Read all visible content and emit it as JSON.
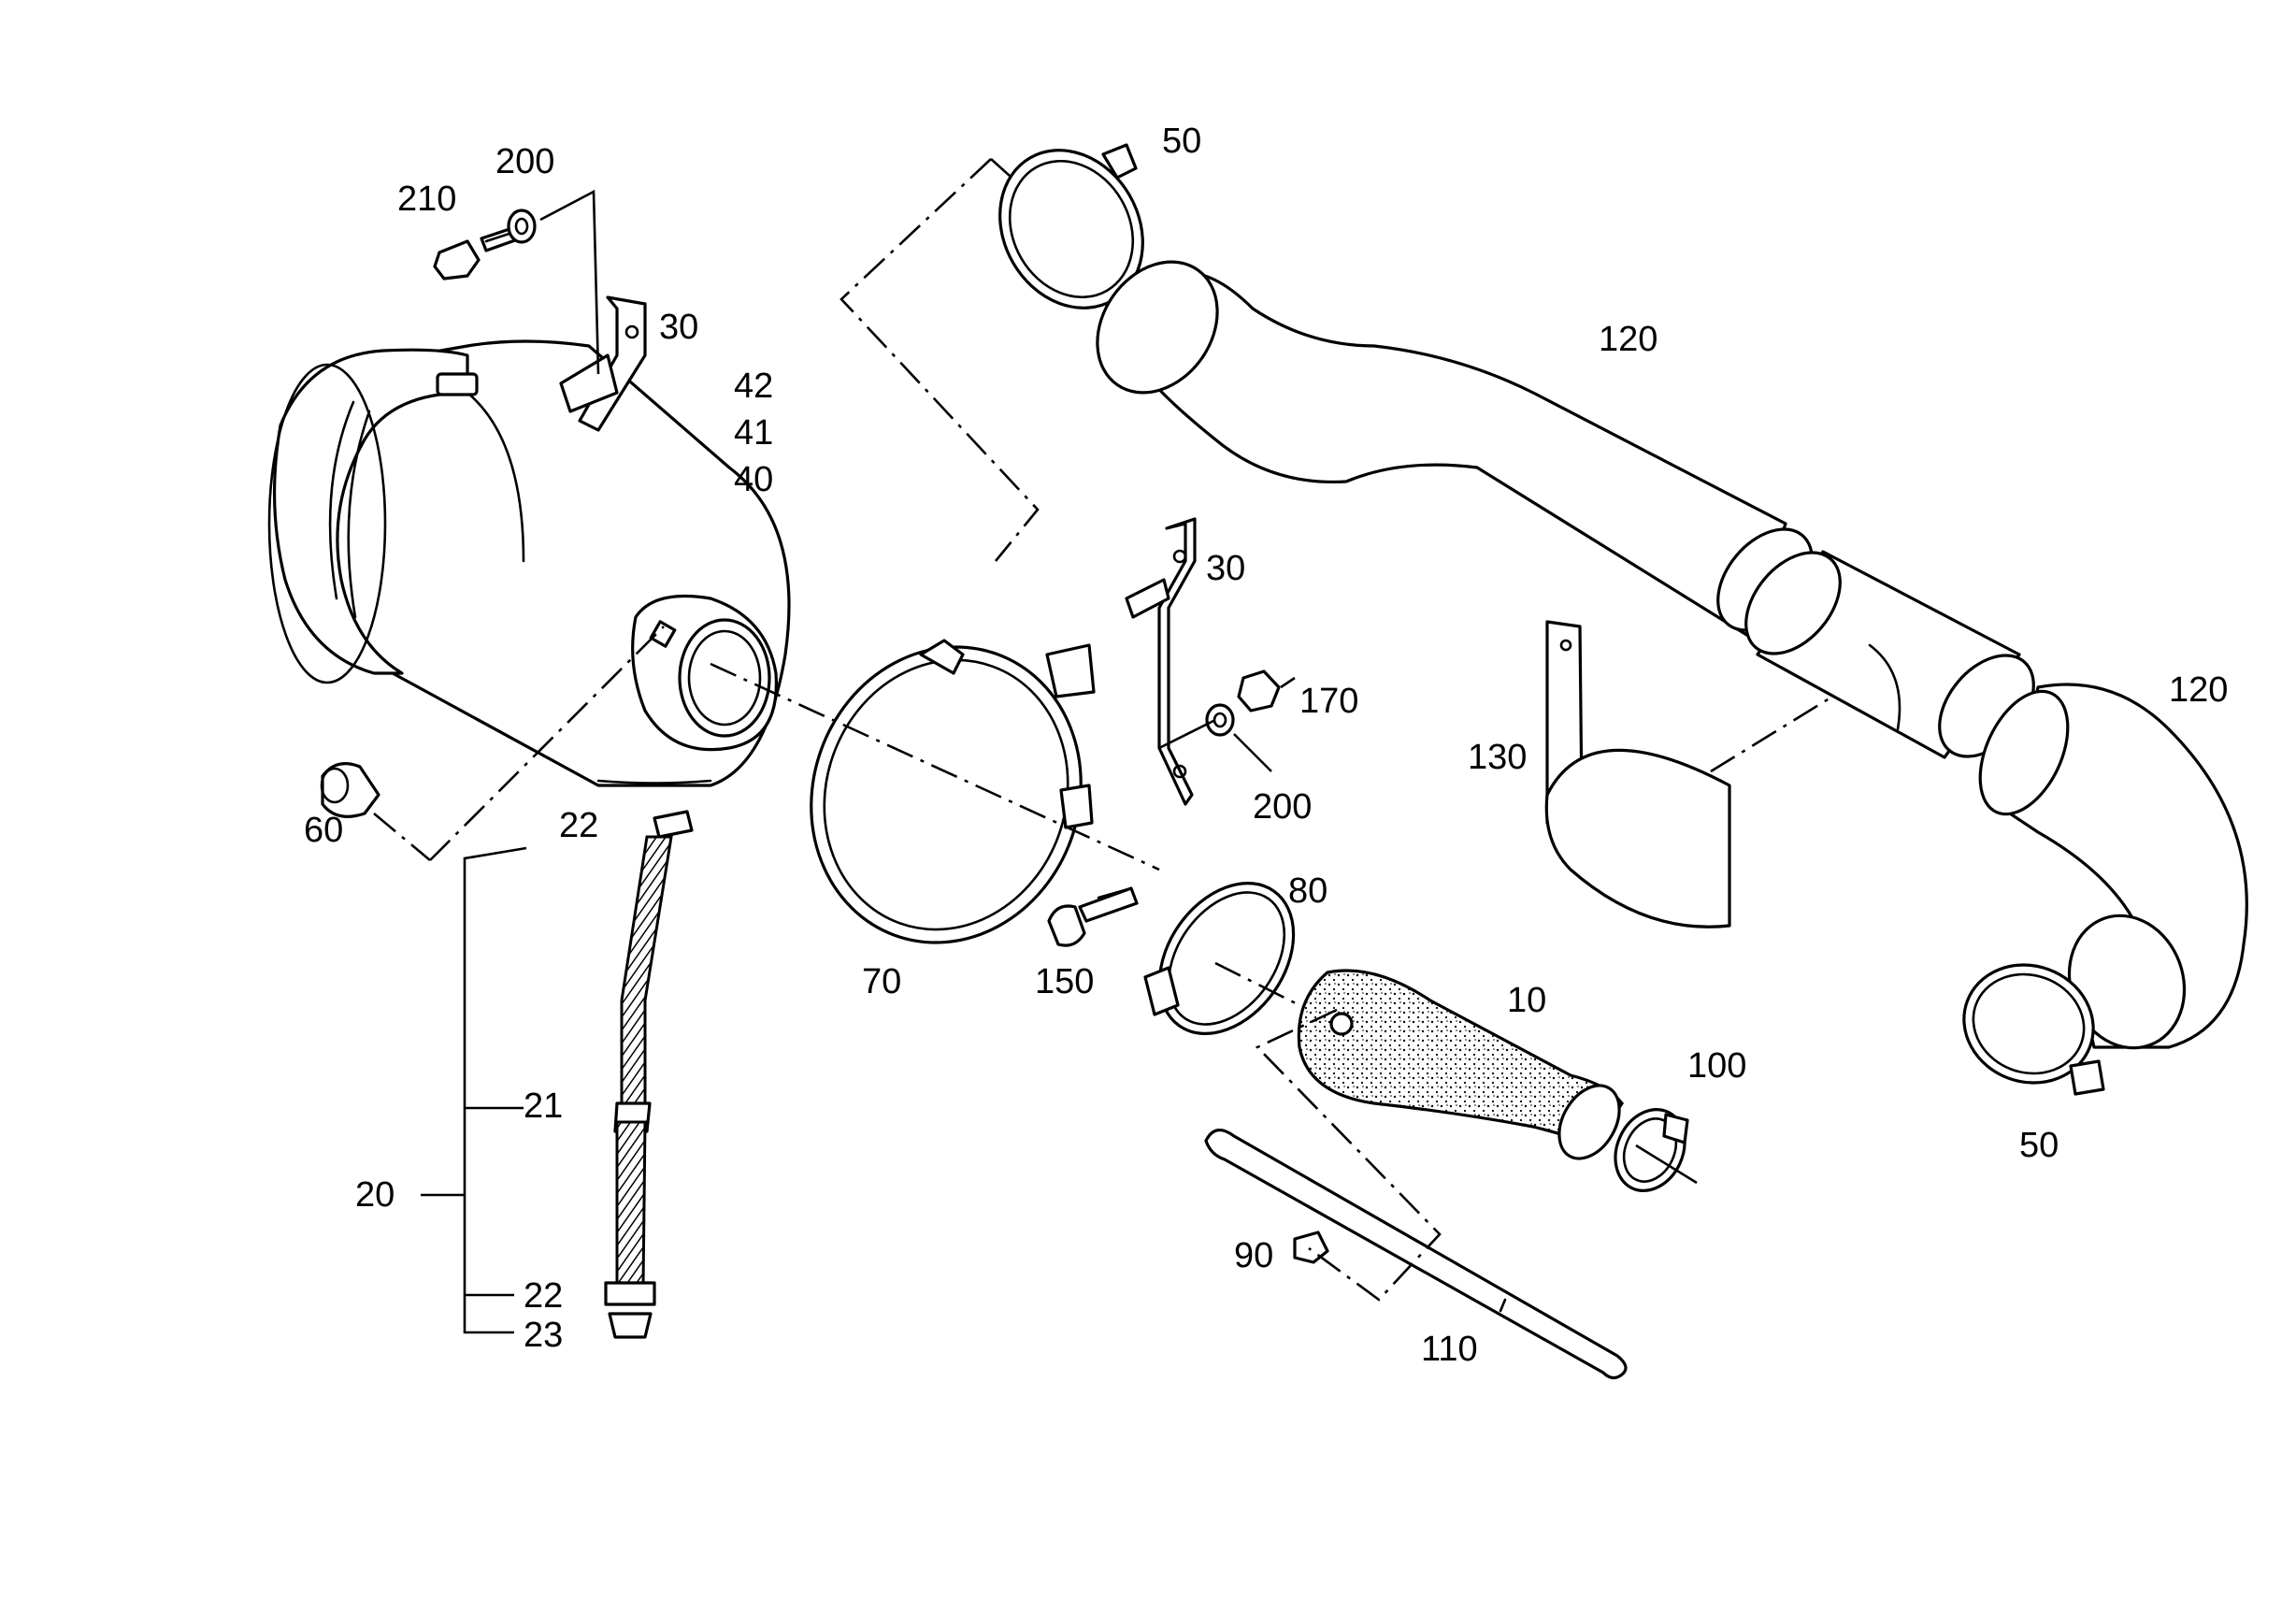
{
  "labels": {
    "p10": "10",
    "p20": "20",
    "p21": "21",
    "p22a": "22",
    "p22b": "22",
    "p23": "23",
    "p30a": "30",
    "p30b": "30",
    "p40": "40",
    "p41": "41",
    "p42": "42",
    "p50a": "50",
    "p50b": "50",
    "p60": "60",
    "p70": "70",
    "p80": "80",
    "p90": "90",
    "p100": "100",
    "p110": "110",
    "p120a": "120",
    "p120b": "120",
    "p130": "130",
    "p150": "150",
    "p170": "170",
    "p200a": "200",
    "p200b": "200",
    "p210": "210"
  }
}
